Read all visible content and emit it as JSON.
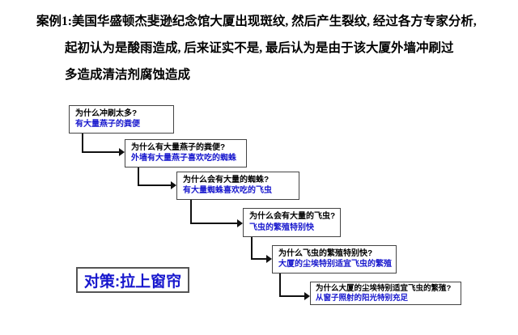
{
  "header": {
    "lines": [
      "案例1:美国华盛顿杰斐逊纪念馆大厦出现斑纹, 然后产生裂纹, 经过各方专家分析,",
      "起初认为是酸雨造成, 后来证实不是, 最后认为是由于该大厦外墙冲刷过",
      "多造成清洁剂腐蚀造成"
    ]
  },
  "diagram": {
    "boxes": [
      {
        "question": "为什么冲刷太多?",
        "answer": "有大量燕子的粪便"
      },
      {
        "question": "为什么有大量燕子的粪便?",
        "answer": "外墙有大量燕子喜欢吃的蜘蛛"
      },
      {
        "question": "为什么会有大量的蜘蛛?",
        "answer": "有大量蜘蛛喜欢吃的飞虫"
      },
      {
        "question": "为什么会有大量的飞虫?",
        "answer": "飞虫的繁殖特别快"
      },
      {
        "question": "为什么飞虫的繁殖特别快?",
        "answer": "大厦的尘埃特别适宜飞虫的繁殖"
      },
      {
        "question": "为什么大厦的尘埃特别适宜飞虫的繁殖?",
        "answer": "从窗子照射的阳光特别充足"
      }
    ],
    "countermeasure": "对策:拉上窗帘"
  },
  "colors": {
    "question_text": "#000000",
    "answer_text": "#1717cd",
    "box_border": "#444444",
    "counter_border": "#555555",
    "connector": "#111111"
  }
}
